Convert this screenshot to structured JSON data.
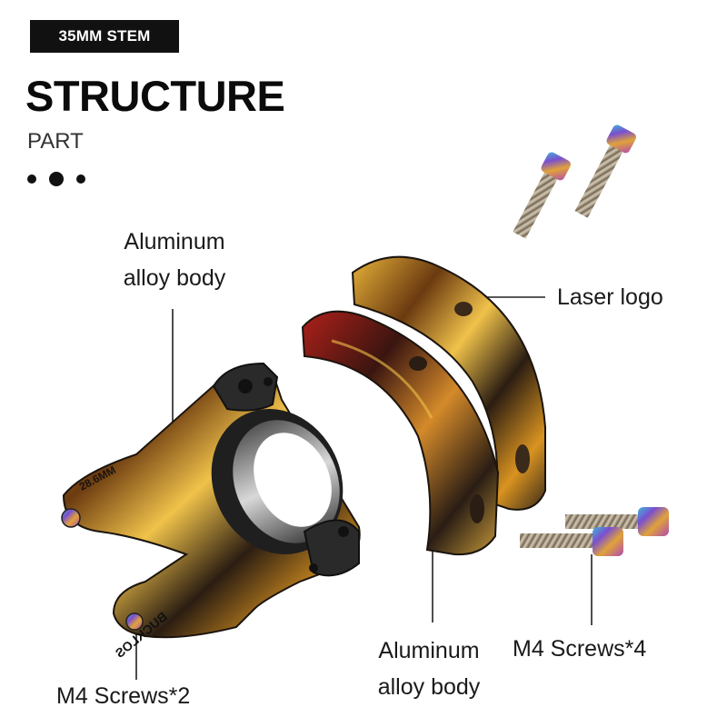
{
  "badge": {
    "text": "35MM STEM"
  },
  "header": {
    "title": "STRUCTURE",
    "subtitle": "PART"
  },
  "labels": {
    "body_left": {
      "line1": "Aluminum",
      "line2": "alloy body"
    },
    "laser_logo": "Laser logo",
    "body_right": {
      "line1": "Aluminum",
      "line2": "alloy body"
    },
    "screws_left": "M4 Screws*2",
    "screws_right": "M4 Screws*4"
  },
  "engravings": {
    "diameter": "28.6MM",
    "brand": "BUCKLOS"
  },
  "colors": {
    "badge_bg": "#111111",
    "anodized_gold": "#d79a1e",
    "anodized_dark": "#2a2018",
    "rainbow_bolt": "#8a4fd0"
  }
}
